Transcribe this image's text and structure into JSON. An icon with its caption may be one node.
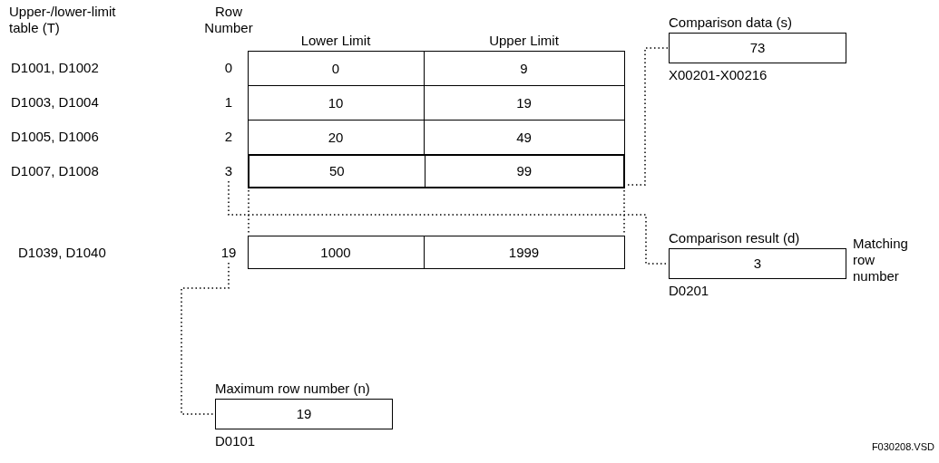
{
  "diagram": {
    "nodes": [
      {
        "text": [
          "Comparison data (s)",
          "73"
        ],
        "beside": [
          "X00201-X00216"
        ]
      },
      {
        "text": [
          "Comparison result (d)",
          "3"
        ],
        "beside": [
          "Matching row number",
          "D0201"
        ]
      },
      {
        "text": [
          "Maximum row number (n)",
          "19"
        ],
        "beside": [
          "D0101"
        ]
      },
      {
        "text": [
          "3"
        ]
      },
      {
        "text": [
          "19"
        ]
      },
      {
        "text": [
          "50",
          "99"
        ]
      }
    ],
    "edges": [
      {
        "from": 0,
        "to": 5,
        "arrow": "none",
        "style": "dashed"
      },
      {
        "from": 3,
        "to": 1,
        "arrow": "none",
        "style": "dashed"
      },
      {
        "from": 4,
        "to": 2,
        "arrow": "none",
        "style": "dashed"
      }
    ],
    "labels": [
      "Upper-/lower-limit table (T)",
      "Row Number",
      "Lower Limit",
      "Upper Limit",
      "D1001, D1002",
      "0",
      "0",
      "9",
      "D1003, D1004",
      "1",
      "10",
      "19",
      "D1005, D1006",
      "2",
      "20",
      "49",
      "D1007, D1008",
      "D1039, D1040",
      "1000",
      "1999",
      "F030208.VSD"
    ]
  }
}
